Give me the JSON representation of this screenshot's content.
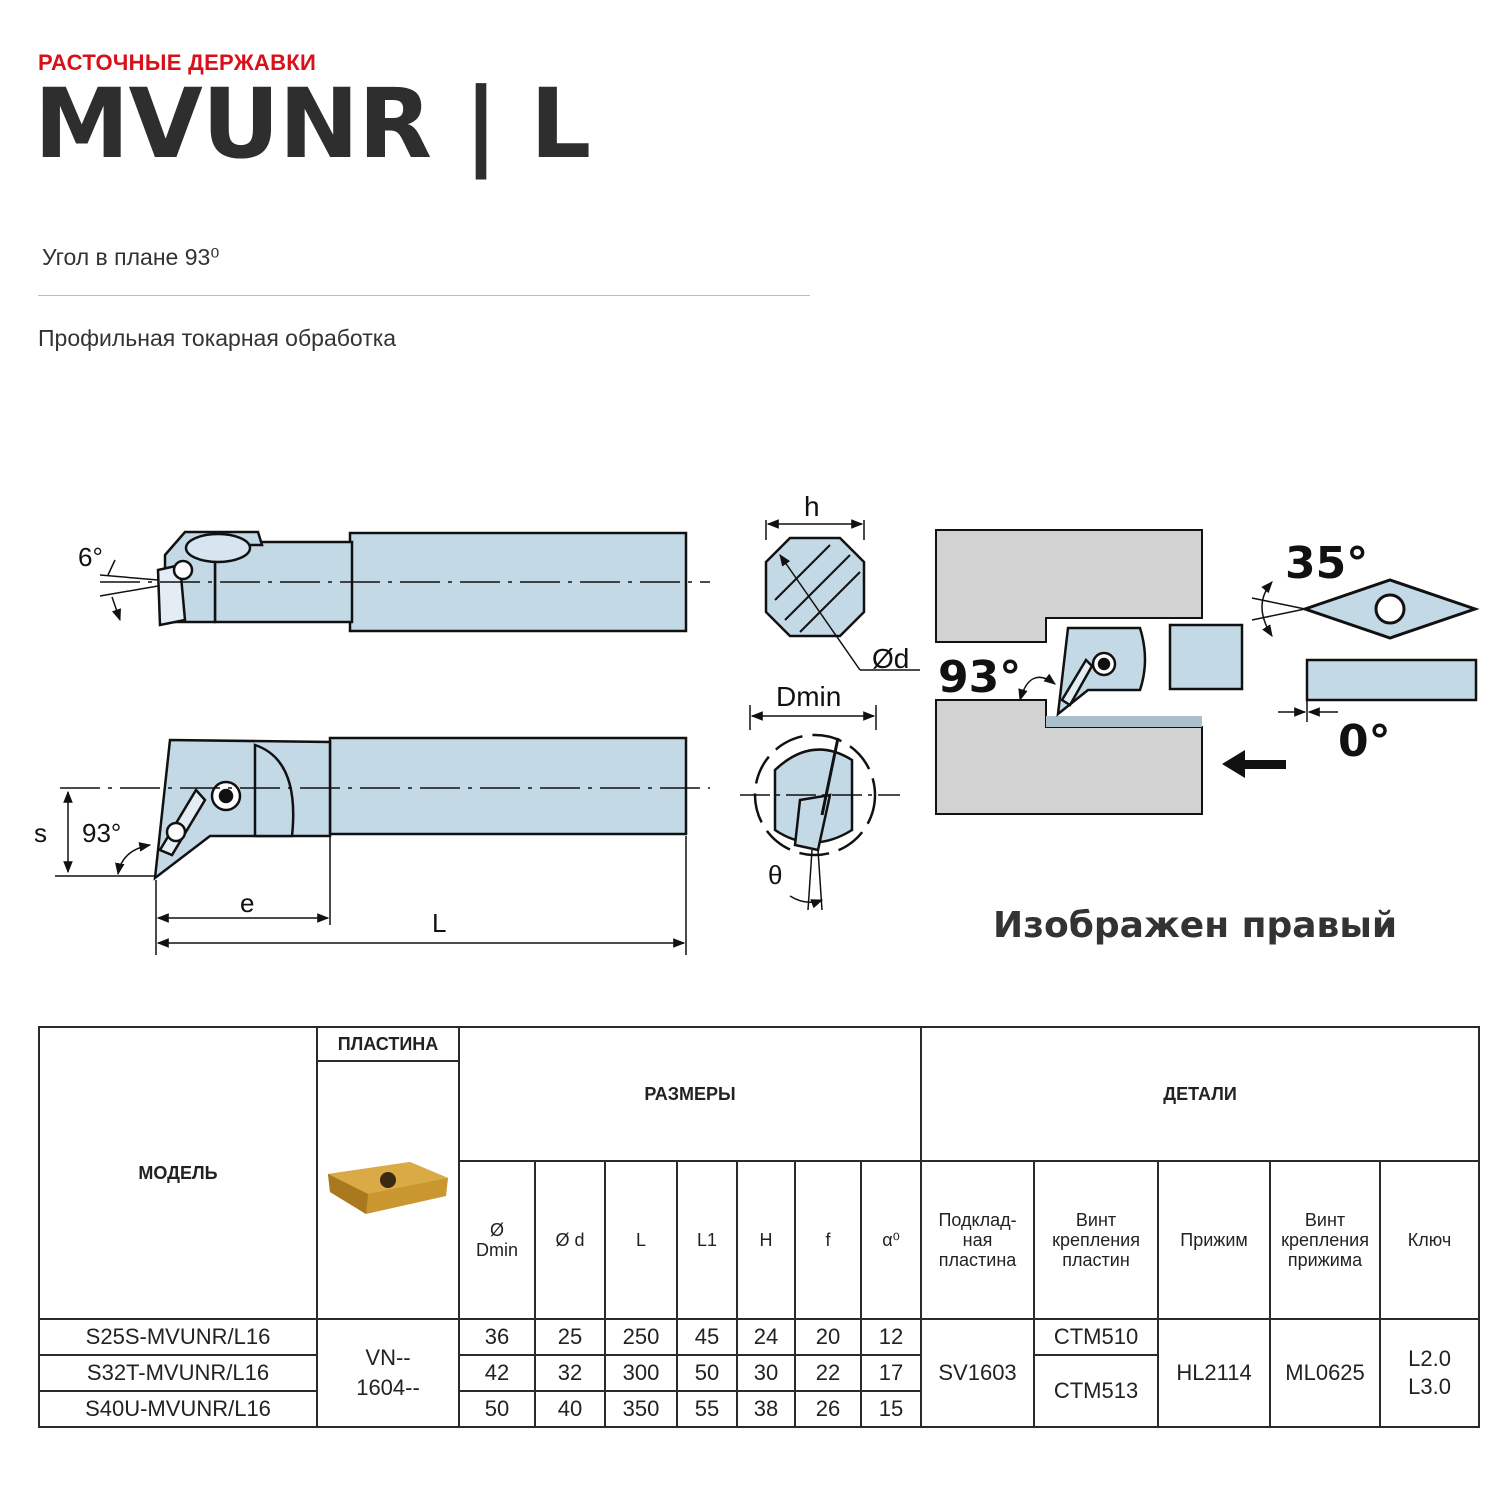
{
  "header": {
    "category": "РАСТОЧНЫЕ ДЕРЖАВКИ",
    "title": "MVUNR | L",
    "angle_info": "Угол в плане 93⁰",
    "subtitle": "Профильная  токарная обработка"
  },
  "drawing": {
    "labels": {
      "angle_6": "6°",
      "h": "h",
      "od": "Ød",
      "dmin": "Dmin",
      "s": "s",
      "angle_93_side": "93°",
      "e": "e",
      "L": "L",
      "theta": "θ",
      "angle_93_big": "93°",
      "angle_35": "35°",
      "angle_0": "0°"
    },
    "caption": "Изображен правый",
    "colors": {
      "tool_body": "#c4d9e6",
      "workpiece": "#d2d2d2",
      "insert_gold": "#c9962f",
      "outline": "#111111"
    }
  },
  "table": {
    "headers": {
      "model": "МОДЕЛЬ",
      "insert": "ПЛАСТИНА",
      "dimensions": "РАЗМЕРЫ",
      "details": "ДЕТАЛИ"
    },
    "dim_columns": [
      "Ø\nDmin",
      "Ø d",
      "L",
      "L1",
      "H",
      "f",
      "α⁰"
    ],
    "detail_columns": [
      "Подклад-\nная\nпластина",
      "Винт\nкрепления\nпластин",
      "Прижим",
      "Винт\nкрепления\nприжима",
      "Ключ"
    ],
    "rows": [
      {
        "model": "S25S-MVUNR/L16",
        "dims": [
          "36",
          "25",
          "250",
          "45",
          "24",
          "20",
          "12"
        ]
      },
      {
        "model": "S32T-MVUNR/L16",
        "dims": [
          "42",
          "32",
          "300",
          "50",
          "30",
          "22",
          "17"
        ]
      },
      {
        "model": "S40U-MVUNR/L16",
        "dims": [
          "50",
          "40",
          "350",
          "55",
          "38",
          "26",
          "15"
        ]
      }
    ],
    "insert_code": "VN--\n1604--",
    "shim": "SV1603",
    "screw_top": "CTM510",
    "screw_bottom": "CTM513",
    "clamp": "HL2114",
    "clamp_screw": "ML0625",
    "key": "L2.0\nL3.0"
  }
}
